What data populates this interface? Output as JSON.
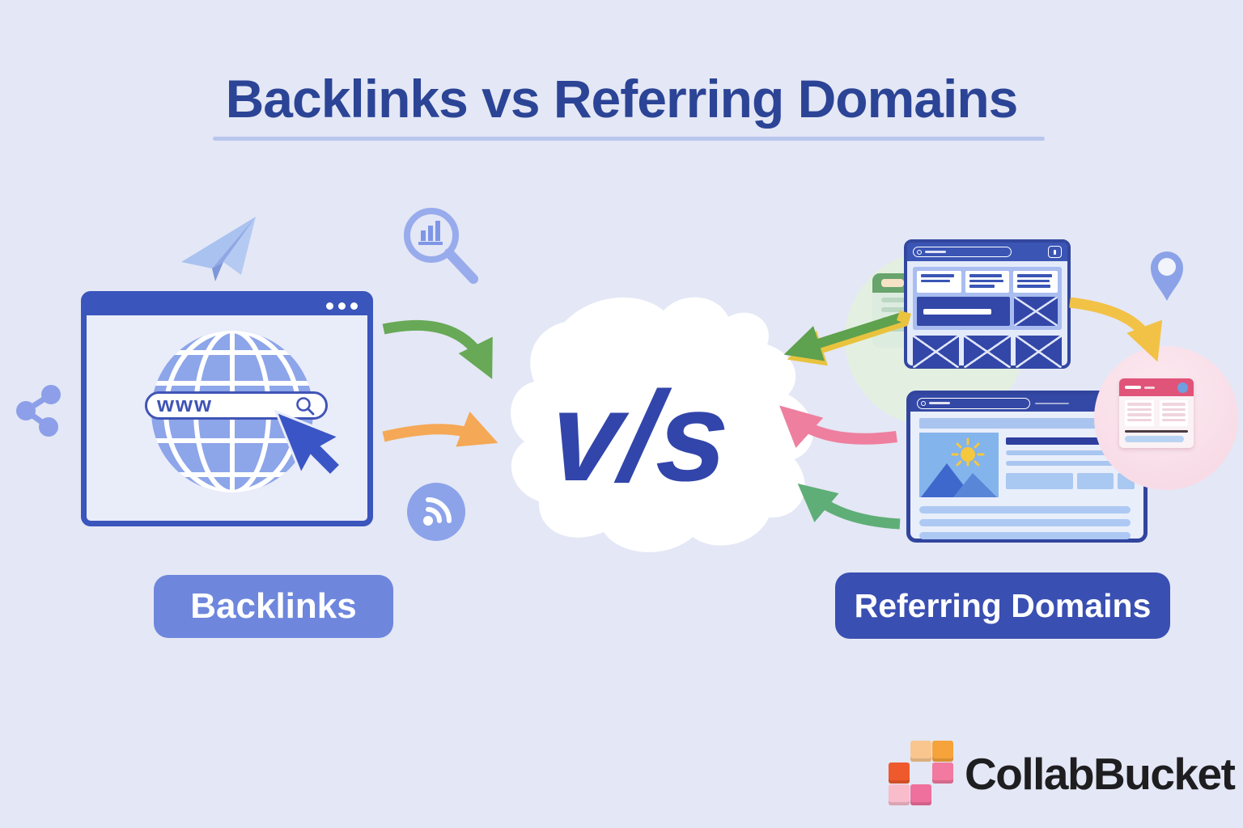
{
  "page": {
    "background_color": "#e4e7f5"
  },
  "title": {
    "text": "Backlinks vs Referring Domains",
    "color": "#2b4496",
    "underline_color": "#b9c6ec"
  },
  "center": {
    "vs_text": "v/s",
    "vs_color": "#3245aa",
    "blob_color": "#ffffff"
  },
  "left_section": {
    "browser": {
      "address_text": "www",
      "window_dots": 3
    },
    "label": {
      "text": "Backlinks",
      "background_color": "#6e87dd",
      "text_color": "#ffffff"
    },
    "icons": [
      "paper-plane-icon",
      "magnifier-chart-icon",
      "share-icon",
      "wifi-icon",
      "globe-icon",
      "search-icon",
      "cursor-icon"
    ]
  },
  "right_section": {
    "label": {
      "text": "Referring Domains",
      "background_color": "#3a4fb2",
      "text_color": "#ffffff"
    },
    "icons": [
      "location-pin-icon",
      "document-card-icon",
      "wireframe-window-icon",
      "article-window-icon",
      "mini-webpage-card-icon"
    ]
  },
  "arrows": [
    {
      "name": "green-arrow-left",
      "color": "#67a957"
    },
    {
      "name": "orange-arrow-left",
      "color": "#f5a855"
    },
    {
      "name": "green-arrow-top-right",
      "color": "#5ea14e",
      "accent_color": "#e9c33e"
    },
    {
      "name": "pink-arrow-right",
      "color": "#ee7f9f"
    },
    {
      "name": "green-arrow-bottom-right",
      "color": "#5fae78"
    },
    {
      "name": "yellow-arrow-right",
      "color": "#f2c247"
    }
  ],
  "footer": {
    "brand": "CollabBucket",
    "text_color": "#1e1e20",
    "logo_colors": [
      "#f9c690",
      "#f6a33b",
      "#ee5a2c",
      "#f2799f",
      "#f9bccb",
      "#ef6f9d"
    ]
  }
}
